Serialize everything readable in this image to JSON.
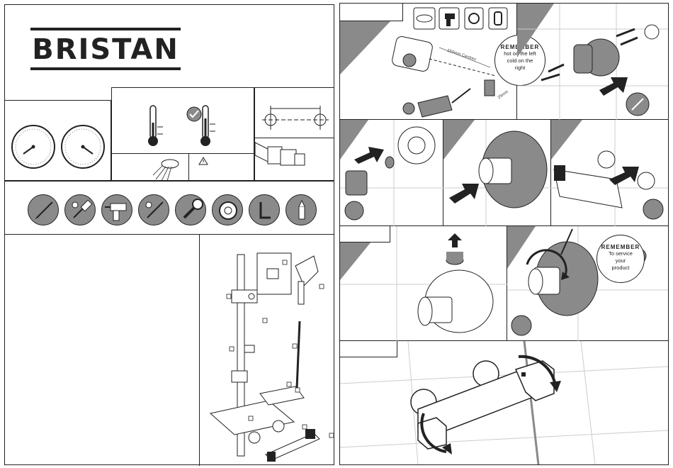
{
  "brand": {
    "name": "BRISTAN"
  },
  "steps": {
    "step1_remember": {
      "title": "REMEMBER",
      "lines": [
        "hot on the left",
        "cold on the",
        "right"
      ]
    },
    "step1_centres": "150mm Centres",
    "step1_depth": "25mm",
    "step5_remember": {
      "title": "REMEMBER",
      "lines": [
        "To service",
        "your",
        "product"
      ]
    }
  },
  "tools": [
    "tile-drill-bit-icon",
    "screwdriver-flat-icon",
    "power-drill-icon",
    "screwdriver-cross-icon",
    "adjustable-spanner-icon",
    "ptfe-tape-icon",
    "allen-key-icon",
    "silicone-sealant-icon"
  ],
  "ppe": [
    "safety-goggles-icon",
    "drill-icon",
    "ptfe-tape-icon",
    "spanner-icon"
  ]
}
